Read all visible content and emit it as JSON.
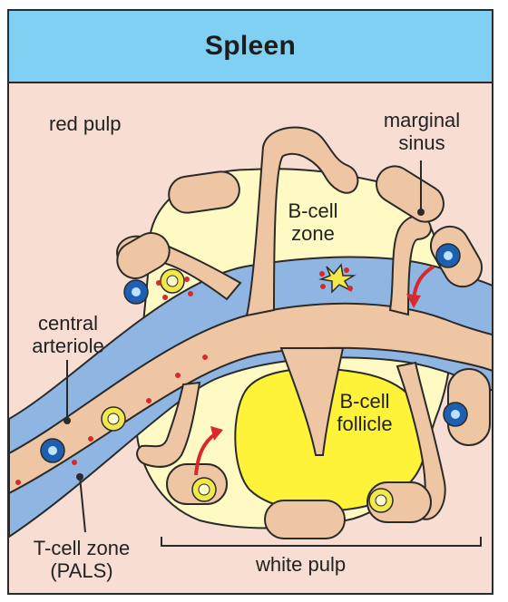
{
  "title": "Spleen",
  "labels": {
    "red_pulp": "red pulp",
    "marginal_sinus_line1": "marginal",
    "marginal_sinus_line2": "sinus",
    "b_cell_zone_line1": "B-cell",
    "b_cell_zone_line2": "zone",
    "central_arteriole_line1": "central",
    "central_arteriole_line2": "arteriole",
    "b_cell_follicle_line1": "B-cell",
    "b_cell_follicle_line2": "follicle",
    "t_cell_zone_line1": "T-cell zone",
    "t_cell_zone_line2": "(PALS)",
    "white_pulp": "white pulp"
  },
  "colors": {
    "red_pulp": "#f8ddd3",
    "header": "#7fd0f2",
    "white_pulp": "#fff9c4",
    "follicle": "#fff33a",
    "t_cell_zone": "#8fb6e3",
    "arteriole": "#efc6a4",
    "outline": "#2a2a2a",
    "arrow": "#d8292c",
    "dot": "#d8292c",
    "cell_blue": "#1d5fb0",
    "cell_yellow": "#f3e84a"
  },
  "icons": {
    "migration_arrow": "red-curved-arrow",
    "dendritic_cell": "star-cell",
    "lymphocyte": "round-cell"
  }
}
